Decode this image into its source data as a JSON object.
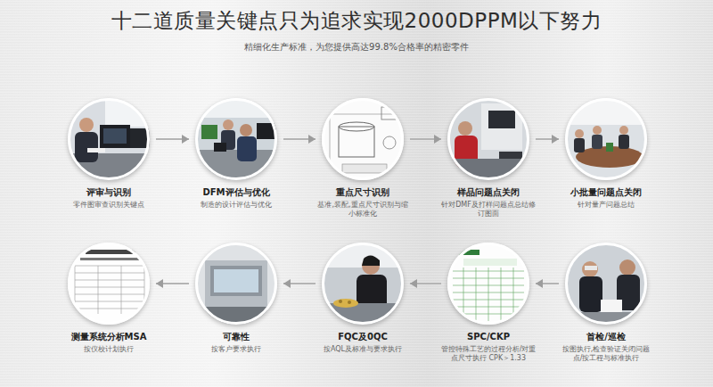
{
  "diagram": {
    "title": "十二道质量关键点只为追求实现2000DPPM以下努力",
    "nodes": [
      {
        "text": [
          "评审与识别",
          "零件图审查识别关键点"
        ]
      },
      {
        "text": [
          "DFM评估与优化",
          "制造的设计评估与优化"
        ]
      },
      {
        "text": [
          "重点尺寸识别",
          "基准,装配,重点尺寸识别与缩小标准化"
        ]
      },
      {
        "text": [
          "样品问题点关闭",
          "针对DMF及打样问题点总结修订图面"
        ]
      },
      {
        "text": [
          "小批量问题点关闭",
          "针对量产问题总结"
        ]
      },
      {
        "text": [
          "首检/巡检",
          "按图执行,检查验证关闭问题点/按工程与标准执行"
        ]
      },
      {
        "text": [
          "SPC/CKP",
          "管控特殊工艺的过程分析/对重点尺寸执行 CPK＞1.33"
        ]
      },
      {
        "text": [
          "FQC及0QC",
          "按AQL及标准与要求执行"
        ]
      },
      {
        "text": [
          "可靠性",
          "按客户要求执行"
        ]
      },
      {
        "text": [
          "测量系统分析MSA",
          "按仪校计划执行"
        ]
      }
    ],
    "edges": [
      {
        "from": 0,
        "to": 1,
        "arrow": "to"
      },
      {
        "from": 1,
        "to": 2,
        "arrow": "to"
      },
      {
        "from": 2,
        "to": 3,
        "arrow": "to"
      },
      {
        "from": 3,
        "to": 4,
        "arrow": "to"
      },
      {
        "from": 5,
        "to": 6,
        "arrow": "to"
      },
      {
        "from": 6,
        "to": 7,
        "arrow": "to"
      },
      {
        "from": 7,
        "to": 8,
        "arrow": "to"
      },
      {
        "from": 8,
        "to": 9,
        "arrow": "to"
      }
    ],
    "labels": [
      "精细化生产标准，为您提供高达99.8%合格率的精密零件"
    ]
  }
}
